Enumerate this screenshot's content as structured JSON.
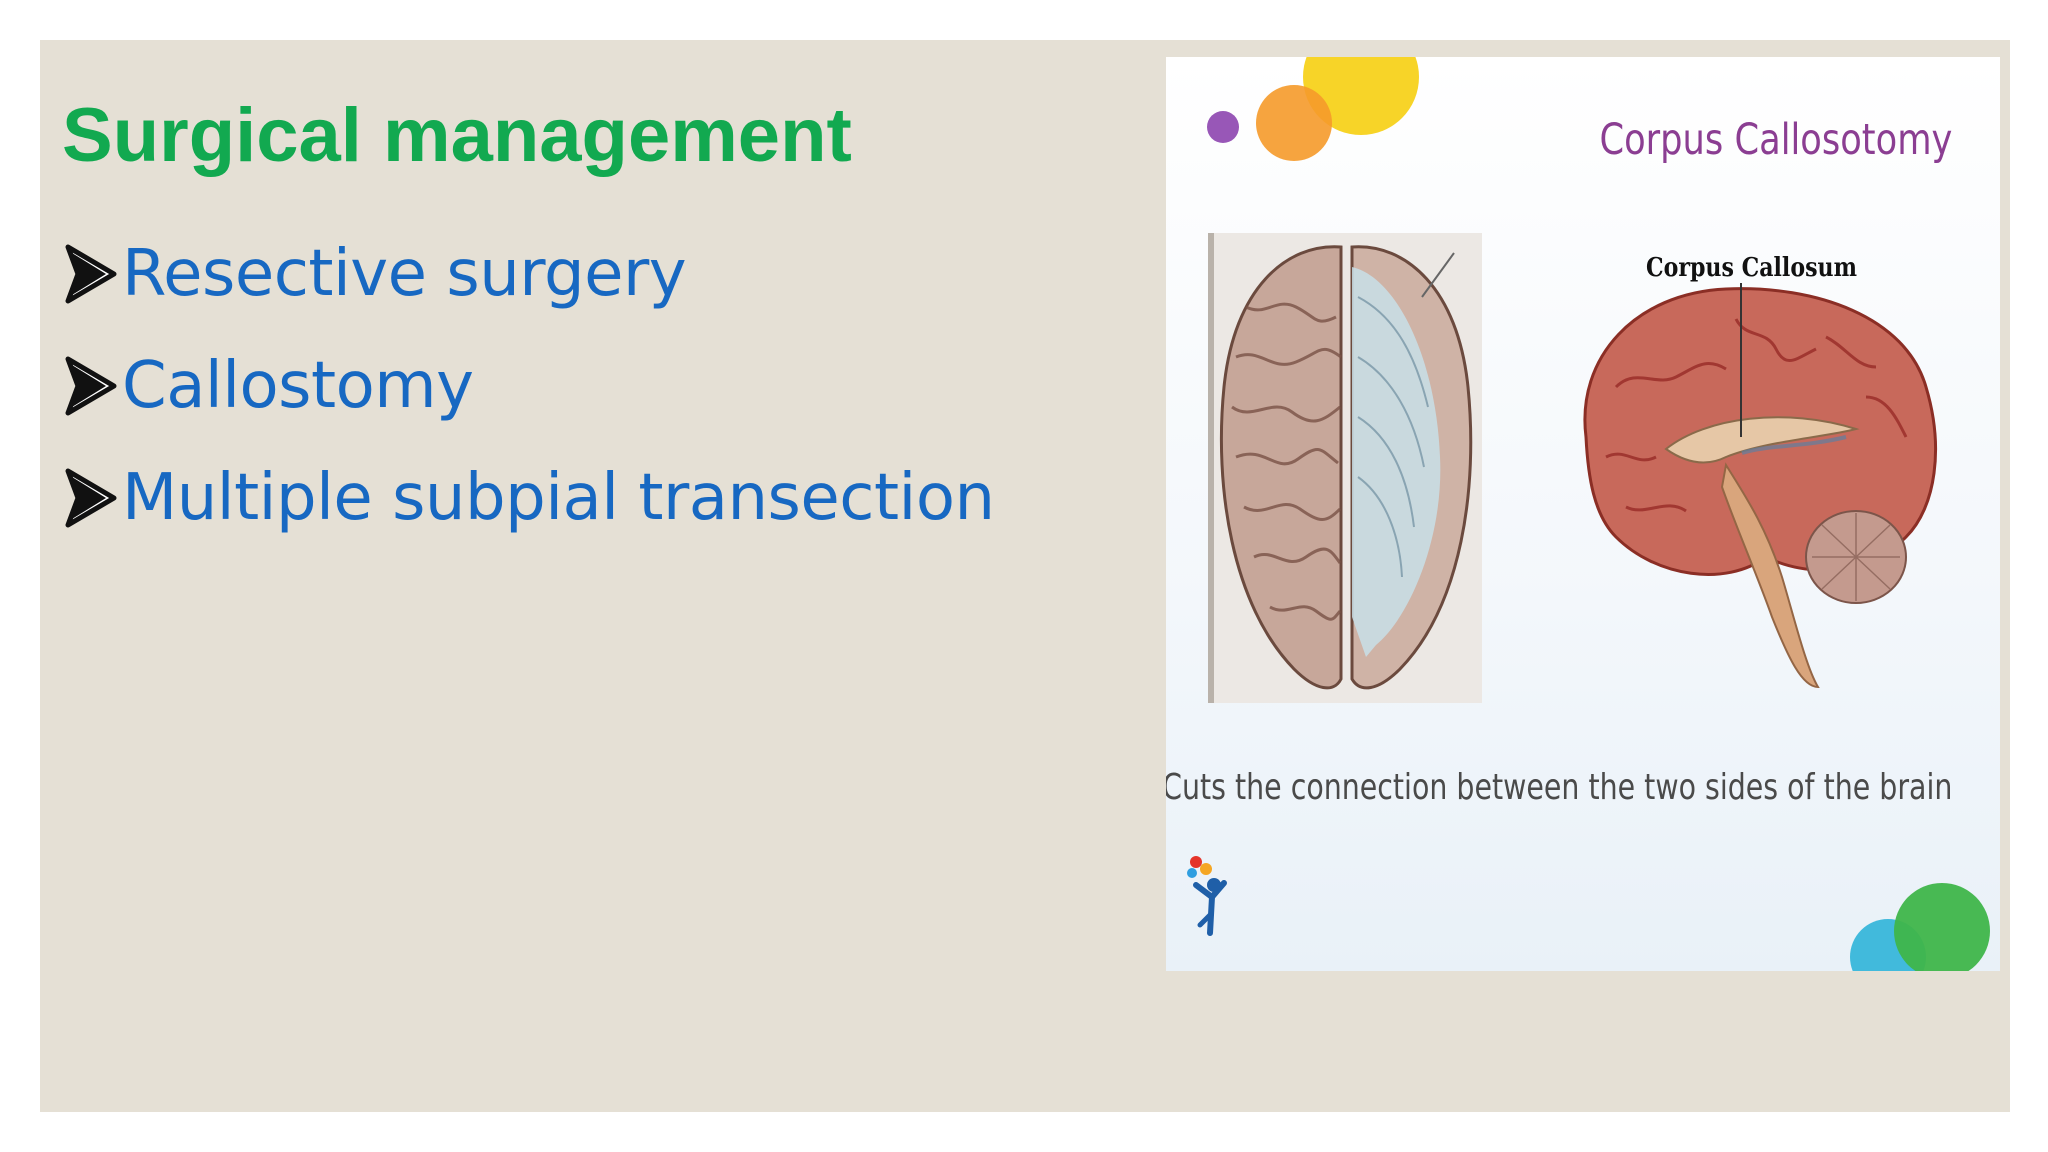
{
  "slide": {
    "title": "Surgical management",
    "bullets": [
      {
        "text": "Resective surgery"
      },
      {
        "text": "Callostomy"
      },
      {
        "text": "Multiple subpial transection"
      }
    ],
    "bullet_icon": "arrow-bullet-icon"
  },
  "figure": {
    "title": "Corpus Callosotomy",
    "label": "Corpus Callosum",
    "caption": "Cuts the connection between the two sides of the brain"
  },
  "colors": {
    "background": "#e5e0d5",
    "title": "#12a950",
    "bullet_text": "#1768c2",
    "figure_title": "#8b3e92",
    "caption": "#4a4a4a"
  }
}
